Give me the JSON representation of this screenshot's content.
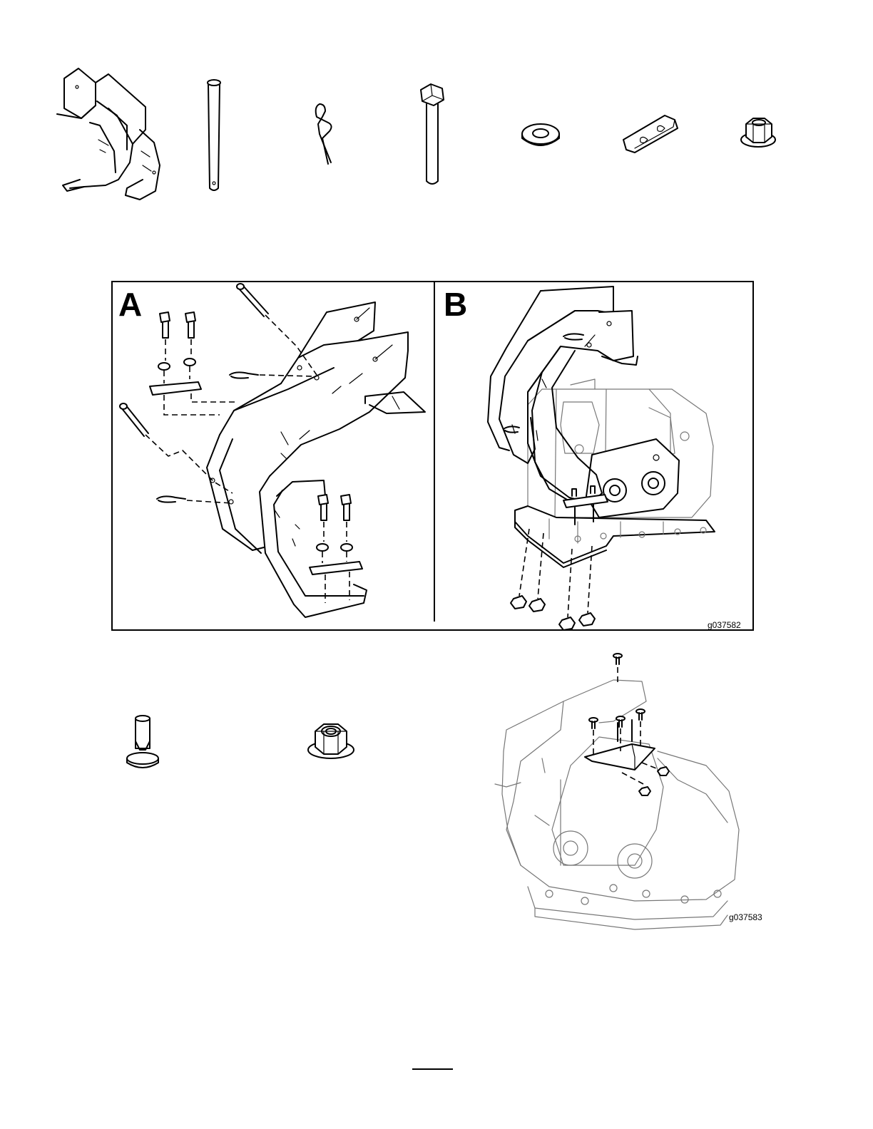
{
  "parts_row": {
    "items": [
      {
        "icon": "chute-bracket-icon"
      },
      {
        "icon": "pin-icon"
      },
      {
        "icon": "hairpin-cotter-icon"
      },
      {
        "icon": "hex-bolt-icon"
      },
      {
        "icon": "washer-icon"
      },
      {
        "icon": "slotted-plate-icon"
      },
      {
        "icon": "flange-nut-icon"
      }
    ]
  },
  "figure_ab": {
    "panel_a_label": "A",
    "panel_b_label": "B",
    "code": "g037582"
  },
  "lower_parts": {
    "items": [
      {
        "icon": "carriage-bolt-icon"
      },
      {
        "icon": "flange-locknut-icon"
      }
    ]
  },
  "figure_lower": {
    "code": "g037583"
  }
}
